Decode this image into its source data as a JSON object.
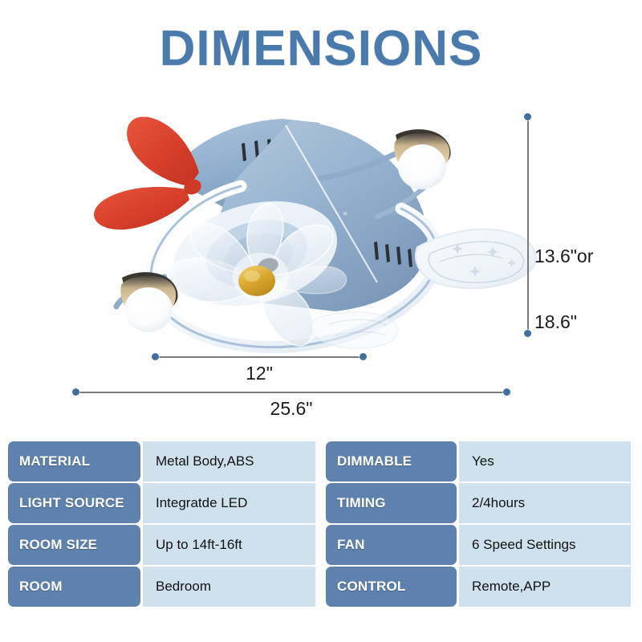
{
  "title": "DIMENSIONS",
  "product": {
    "name": "airplane-ceiling-fan-with-light",
    "colors": {
      "body_blue": "#9db8d4",
      "body_blue_dark": "#7e9cbd",
      "propeller_red": "#d9412c",
      "hub_gold": "#d6a62b",
      "globe_white": "#fdfdfd",
      "ring_light": "#f4f8fc"
    }
  },
  "dimensions": {
    "height": {
      "label_line1": "13.6\"or",
      "label_line2": "18.6\"",
      "orientation": "vertical"
    },
    "depth": {
      "label": "12\"",
      "orientation": "horizontal"
    },
    "width": {
      "label": "25.6\"",
      "orientation": "horizontal"
    }
  },
  "specs": {
    "left": [
      {
        "label": "MATERIAL",
        "value": "Metal Body,ABS"
      },
      {
        "label": "LIGHT SOURCE",
        "value": "Integratde LED"
      },
      {
        "label": "ROOM SIZE",
        "value": "Up to 14ft-16ft"
      },
      {
        "label": "ROOM",
        "value": "Bedroom"
      }
    ],
    "right": [
      {
        "label": "DIMMABLE",
        "value": "Yes"
      },
      {
        "label": "TIMING",
        "value": "2/4hours"
      },
      {
        "label": "FAN",
        "value": "6 Speed Settings"
      },
      {
        "label": "CONTROL",
        "value": "Remote,APP"
      }
    ]
  },
  "accent_colors": {
    "title_blue": "#4a7aac",
    "label_blue": "#5e81ad",
    "value_blue": "#cfe1ec",
    "dot_blue": "#41709f",
    "line_gray": "#7b7b7b"
  }
}
